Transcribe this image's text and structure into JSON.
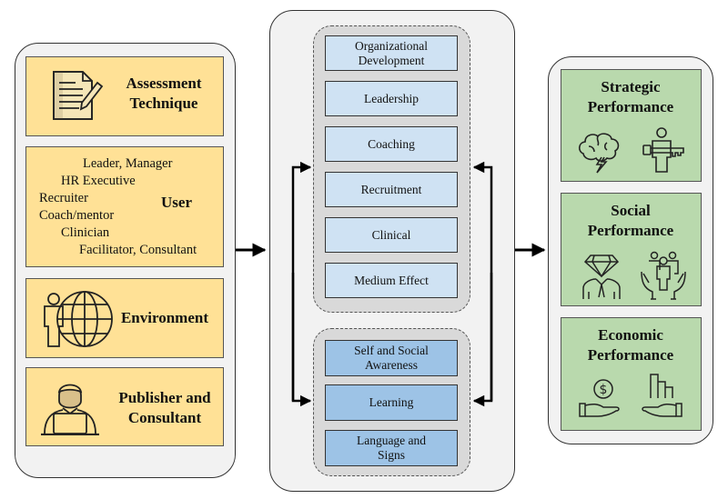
{
  "left_panel": {
    "assessment": {
      "title_line1": "Assessment",
      "title_line2": "Technique",
      "icon": "document-pen-icon"
    },
    "user": {
      "title": "User",
      "roles": [
        "Leader, Manager",
        "HR Executive",
        "Recruiter",
        "Coach/mentor",
        "Clinician",
        "Facilitator, Consultant"
      ]
    },
    "environment": {
      "title": "Environment",
      "icon": "person-globe-icon"
    },
    "publisher": {
      "title_line1": "Publisher and",
      "title_line2": "Consultant",
      "icon": "person-laptop-icon"
    }
  },
  "center_panel": {
    "group_top": {
      "items": [
        {
          "line1": "Organizational",
          "line2": "Development"
        },
        {
          "line1": "Leadership",
          "line2": ""
        },
        {
          "line1": "Coaching",
          "line2": ""
        },
        {
          "line1": "Recruitment",
          "line2": ""
        },
        {
          "line1": "Clinical",
          "line2": ""
        },
        {
          "line1": "Medium Effect",
          "line2": ""
        }
      ]
    },
    "group_bottom": {
      "items": [
        {
          "line1": "Self and Social",
          "line2": "Awareness"
        },
        {
          "line1": "Learning",
          "line2": ""
        },
        {
          "line1": "Language and",
          "line2": "Signs"
        }
      ]
    }
  },
  "right_panel": {
    "strategic": {
      "title_line1": "Strategic",
      "title_line2": "Performance",
      "icons": [
        "brain-lightning-icon",
        "person-key-icon"
      ]
    },
    "social": {
      "title_line1": "Social",
      "title_line2": "Performance",
      "icons": [
        "diamond-head-person-icon",
        "hands-holding-people-icon"
      ]
    },
    "economic": {
      "title_line1": "Economic",
      "title_line2": "Performance",
      "icons": [
        "hand-coin-icon",
        "hand-bar-chart-icon"
      ]
    }
  },
  "colors": {
    "panel_bg": "#f2f2f2",
    "input_box": "#ffe196",
    "output_box": "#b9d9ad",
    "item_light_blue": "#cfe2f3",
    "item_blue": "#9dc3e6",
    "group_bg": "#d9d9d9"
  }
}
